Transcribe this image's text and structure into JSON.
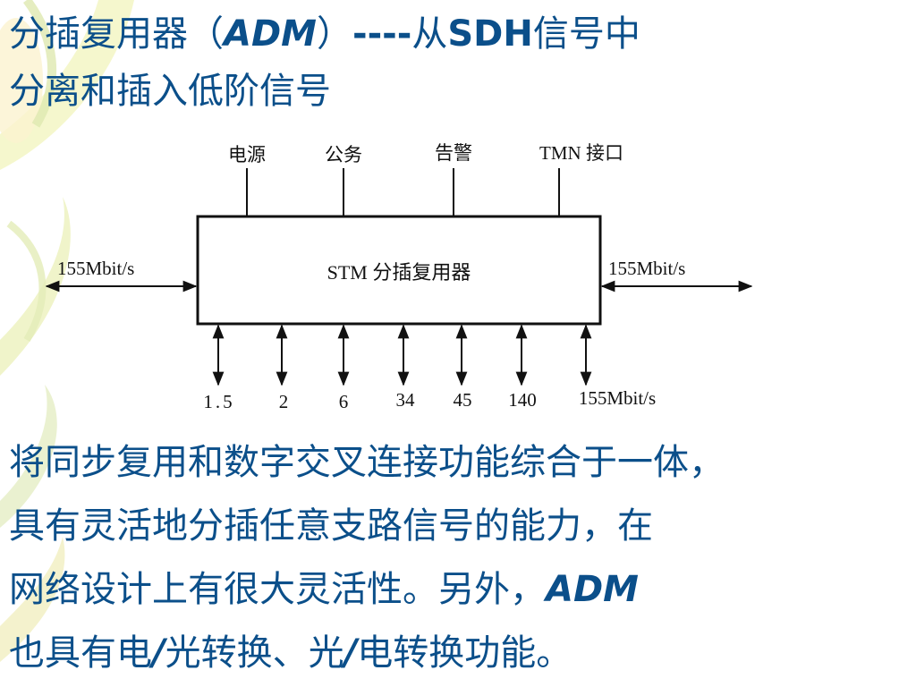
{
  "title": {
    "prefix": "分插复用器（",
    "abbr": "ADM",
    "close_paren": "）",
    "dashes": "----",
    "from": "从",
    "sdh": "SDH",
    "line1_end": "信号中",
    "line2": "分离和插入低阶信号"
  },
  "diagram": {
    "box_label": "STM 分插复用器",
    "top_ports": [
      "电源",
      "公务",
      "告警",
      "TMN 接口"
    ],
    "left_rate": "155Mbit/s",
    "right_rate": "155Mbit/s",
    "bottom_rates": [
      "1.5",
      "2",
      "6",
      "34",
      "45",
      "140",
      "155Mbit/s"
    ]
  },
  "description": {
    "line1": "将同步复用和数字交叉连接功能综合于一体，",
    "line2": "具有灵活地分插任意支路信号的能力，在",
    "line3_a": "网络设计上有很大灵活性。另外，",
    "line3_b": "ADM",
    "line4_a": "也具有电",
    "slash1": "/",
    "line4_b": "光转换、光",
    "slash2": "/",
    "line4_c": "电转换功能。"
  }
}
